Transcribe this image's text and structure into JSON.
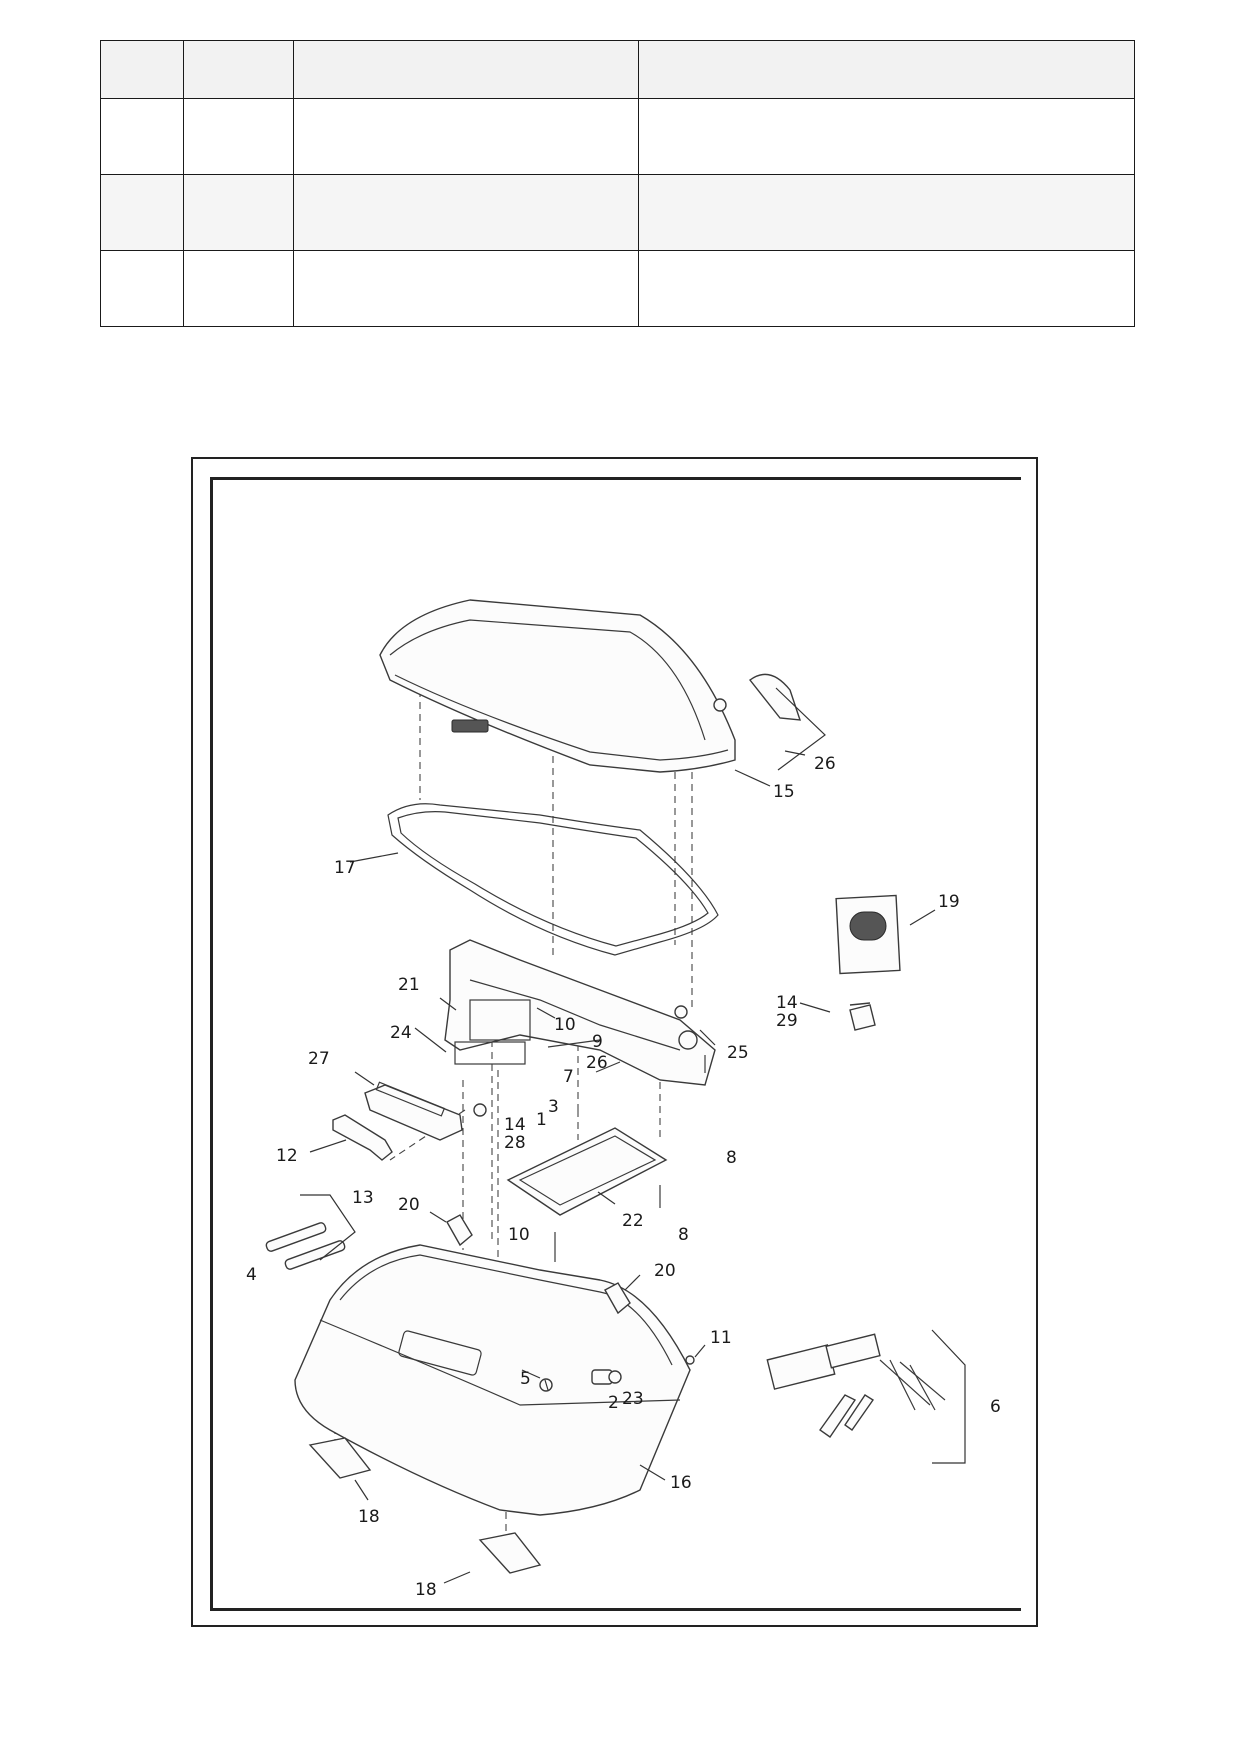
{
  "parts_table": {
    "rows": [
      [
        "",
        "",
        "",
        ""
      ],
      [
        "",
        "",
        "",
        ""
      ],
      [
        "",
        "",
        "",
        ""
      ],
      [
        "",
        "",
        "",
        ""
      ]
    ]
  },
  "diagram": {
    "callouts": {
      "c1": "1",
      "c2": "2",
      "c3": "3",
      "c4": "4",
      "c5": "5",
      "c6": "6",
      "c7": "7",
      "c8a": "8",
      "c8b": "8",
      "c9": "9",
      "c10a": "10",
      "c10b": "10",
      "c11": "11",
      "c12": "12",
      "c13": "13",
      "c14a": "14",
      "c14b": "14",
      "c15": "15",
      "c16": "16",
      "c17": "17",
      "c18a": "18",
      "c18b": "18",
      "c19": "19",
      "c20a": "20",
      "c20b": "20",
      "c21": "21",
      "c22": "22",
      "c23": "23",
      "c24": "24",
      "c25": "25",
      "c26a": "26",
      "c26b": "26",
      "c27": "27",
      "c28": "28",
      "c29": "29"
    }
  }
}
